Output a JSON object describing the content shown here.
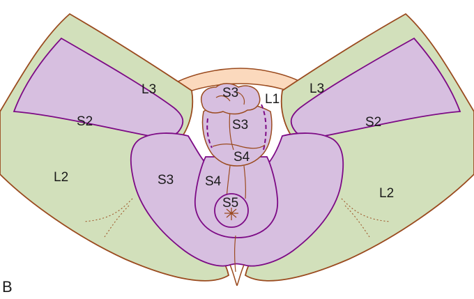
{
  "panel_label": "B",
  "colors": {
    "l_dermatome": "#d2e0bb",
    "s_dermatome": "#d7bfe0",
    "l1_band": "#fbd9bd",
    "s_border": "#7c0a85",
    "skin_outline": "#9a4a1e"
  },
  "labels": {
    "l3_left": "L3",
    "l3_right": "L3",
    "l1": "L1",
    "s3_top": "S3",
    "s3_mid": "S3",
    "s3_left": "S3",
    "s2_left": "S2",
    "s2_right": "S2",
    "s4_upper": "S4",
    "s4_lower": "S4",
    "s5": "S5",
    "l2_left": "L2",
    "l2_right": "L2"
  }
}
